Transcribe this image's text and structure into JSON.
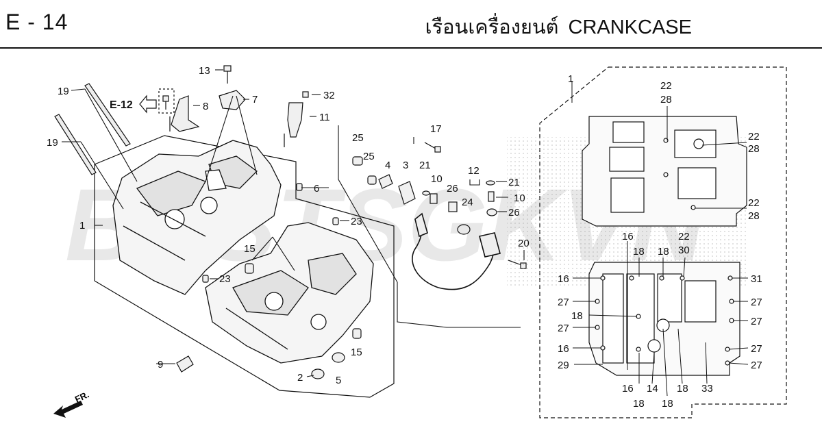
{
  "header": {
    "page_code": "E - 14",
    "title_th": "เรือนเครื่องยนต์",
    "title_en": "CRANKCASE"
  },
  "watermark": "BESTSGKVN",
  "reference": {
    "label": "E-12",
    "direction": "FR."
  },
  "callouts": {
    "c1a": "1",
    "c1b": "1",
    "c2": "2",
    "c3": "3",
    "c4": "4",
    "c5": "5",
    "c6": "6",
    "c7": "7",
    "c8": "8",
    "c9": "9",
    "c10a": "10",
    "c10b": "10",
    "c11": "11",
    "c12": "12",
    "c13": "13",
    "c14": "14",
    "c15a": "15",
    "c15b": "15",
    "c16a": "16",
    "c16b": "16",
    "c16c": "16",
    "c16d": "16",
    "c17": "17",
    "c18a": "18",
    "c18b": "18",
    "c18c": "18",
    "c18d": "18",
    "c18e": "18",
    "c18f": "18",
    "c19a": "19",
    "c19b": "19",
    "c20": "20",
    "c21a": "21",
    "c21b": "21",
    "c22a": "22",
    "c22b": "22",
    "c22c": "22",
    "c22d": "22",
    "c23a": "23",
    "c23b": "23",
    "c24": "24",
    "c25a": "25",
    "c25b": "25",
    "c26a": "26",
    "c26b": "26",
    "c27a": "27",
    "c27b": "27",
    "c27c": "27",
    "c27d": "27",
    "c27e": "27",
    "c28a": "28",
    "c28b": "28",
    "c28c": "28",
    "c29": "29",
    "c30": "30",
    "c31": "31",
    "c32": "32",
    "c33": "33"
  },
  "colors": {
    "watermark_red": "#e8a0a0",
    "watermark_gray": "#c8c8c8",
    "line": "#111111",
    "part_fill": "#f4f4f4"
  }
}
